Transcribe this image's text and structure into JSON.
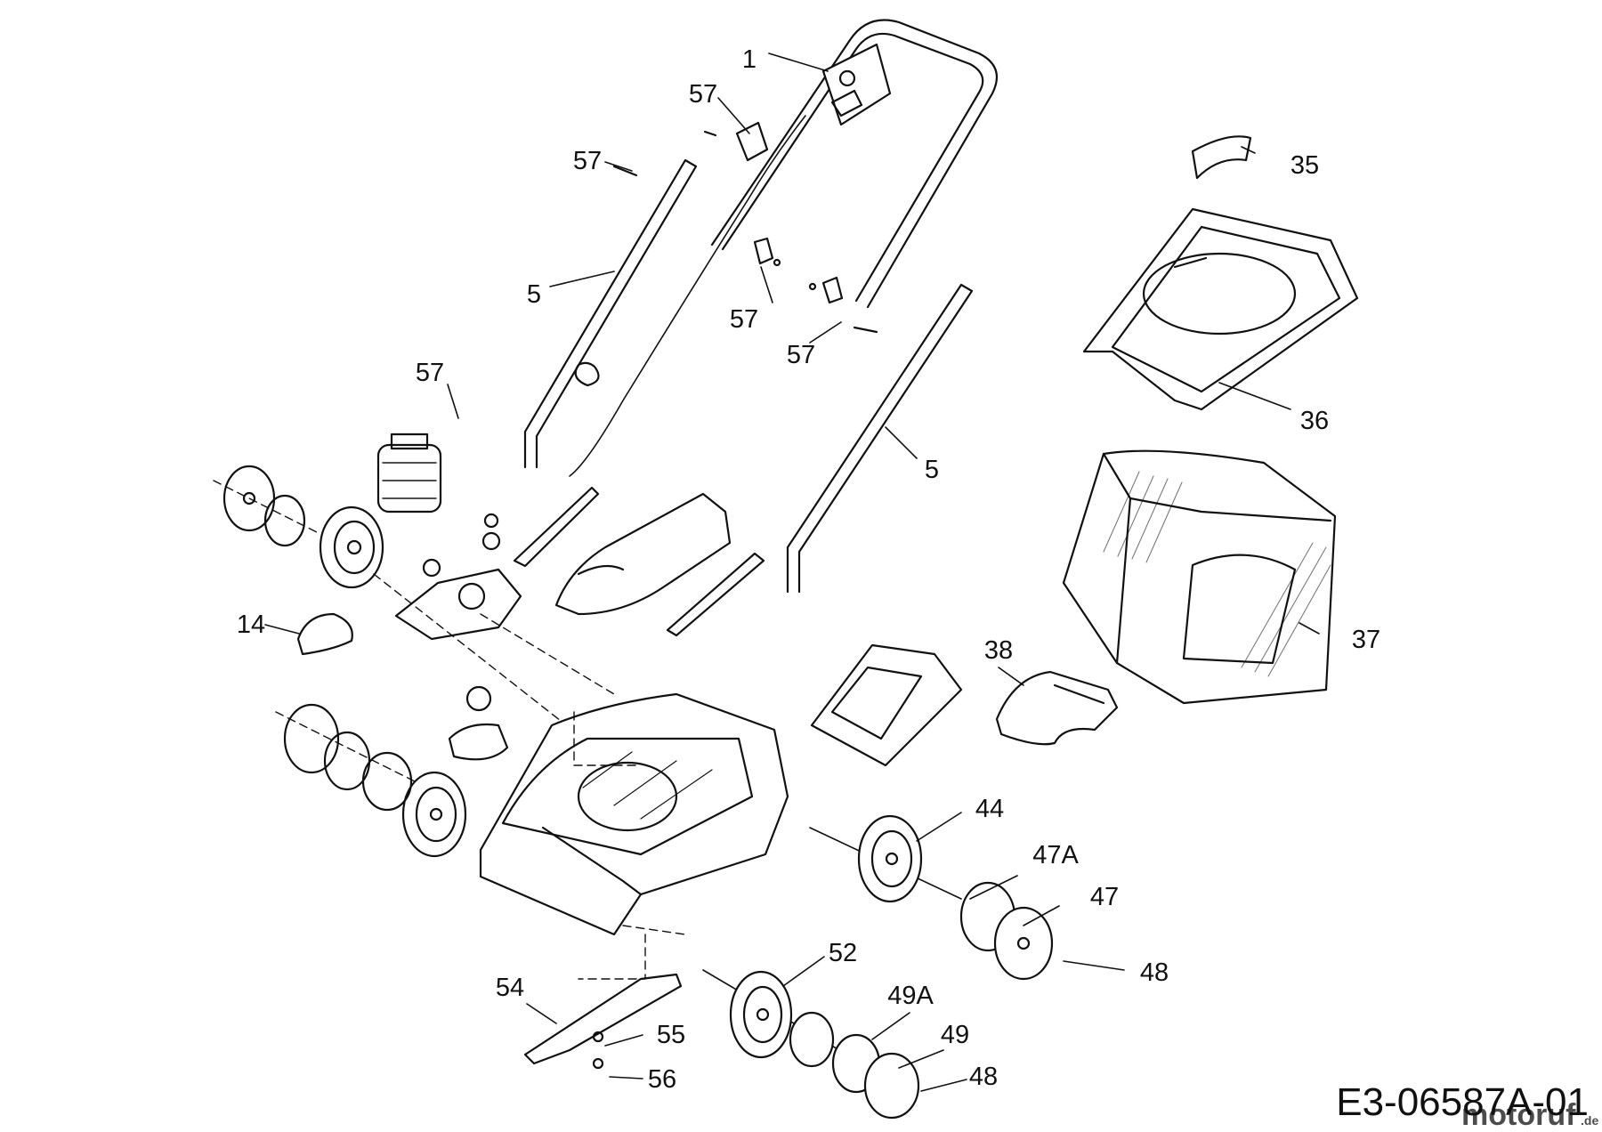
{
  "colors": {
    "line": "#111111",
    "background": "#ffffff",
    "watermark_orange": "#e8891c",
    "watermark_blue": "#2f6fb6",
    "watermark_green": "#5aa83a"
  },
  "callouts": {
    "c1": "1",
    "c57a": "57",
    "c57b": "57",
    "c57c": "57",
    "c57d": "57",
    "c57e": "57",
    "c35": "35",
    "c36": "36",
    "c5a": "5",
    "c5b": "5",
    "c14": "14",
    "c37": "37",
    "c38": "38",
    "c44": "44",
    "c47A": "47A",
    "c47": "47",
    "c48a": "48",
    "c52": "52",
    "c54": "54",
    "c55": "55",
    "c49A": "49A",
    "c49": "49",
    "c48b": "48",
    "c56": "56"
  },
  "drawing_code": "E3-06587A-01",
  "watermark": {
    "brand": "motoruf",
    "suffix": ".de"
  }
}
